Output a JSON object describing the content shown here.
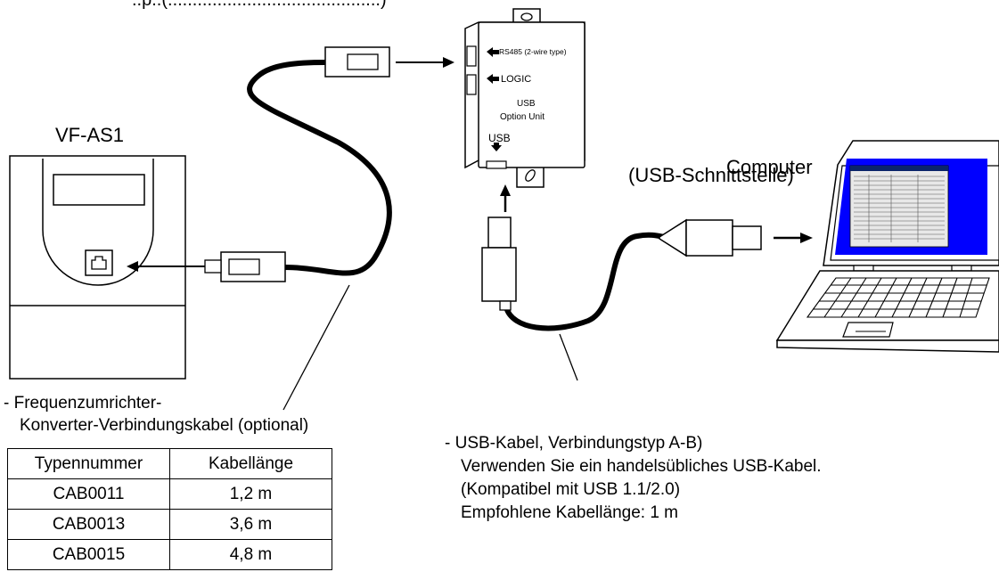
{
  "top_caption": "..p..(...........................................)",
  "inverter": {
    "label": "VF-AS1"
  },
  "converter": {
    "port_rs485": "RS485 (2-wire type)",
    "port_logic": "LOGIC",
    "title_line1": "USB",
    "title_line2": "Option Unit",
    "port_usb": "USB"
  },
  "computer": {
    "label_line1": "Computer",
    "label_line2": "(USB-Schnittstelle)"
  },
  "left_note": {
    "line1": "- Frequenzumrichter-",
    "line2": "Konverter-Verbindungskabel (optional)"
  },
  "cable_table": {
    "headers": [
      "Typennummer",
      "Kabellänge"
    ],
    "rows": [
      [
        "CAB0011",
        "1,2 m"
      ],
      [
        "CAB0013",
        "3,6 m"
      ],
      [
        "CAB0015",
        "4,8 m"
      ]
    ]
  },
  "right_note": {
    "line1": "- USB-Kabel, Verbindungstyp A-B)",
    "line2": "Verwenden Sie ein handelsübliches USB-Kabel.",
    "line3": "(Kompatibel mit USB 1.1/2.0)",
    "line4": "Empfohlene Kabellänge: 1 m"
  }
}
